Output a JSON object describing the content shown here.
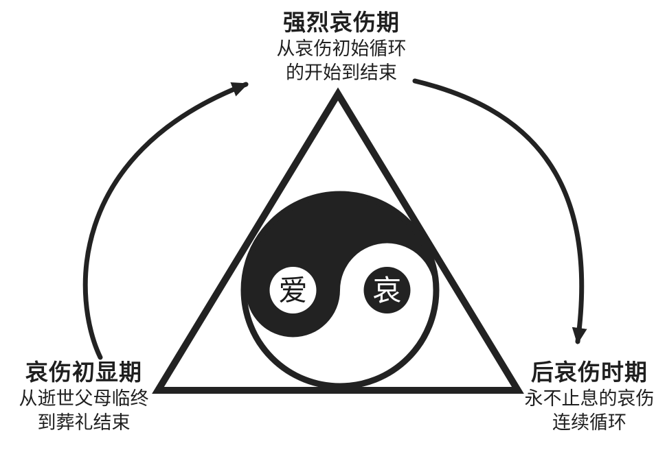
{
  "labels": {
    "top": {
      "title": "强烈哀伤期",
      "line1": "从哀伤初始循环",
      "line2": "的开始到结束"
    },
    "left": {
      "title": "哀伤初显期",
      "line1": "从逝世父母临终",
      "line2": "到葬礼结束"
    },
    "right": {
      "title": "后哀伤时期",
      "line1": "永不止息的哀伤",
      "line2": "连续循环"
    }
  },
  "yinyang": {
    "love_label": "爱",
    "grief_label": "哀"
  },
  "colors": {
    "ink": "#222222",
    "background": "#ffffff"
  }
}
